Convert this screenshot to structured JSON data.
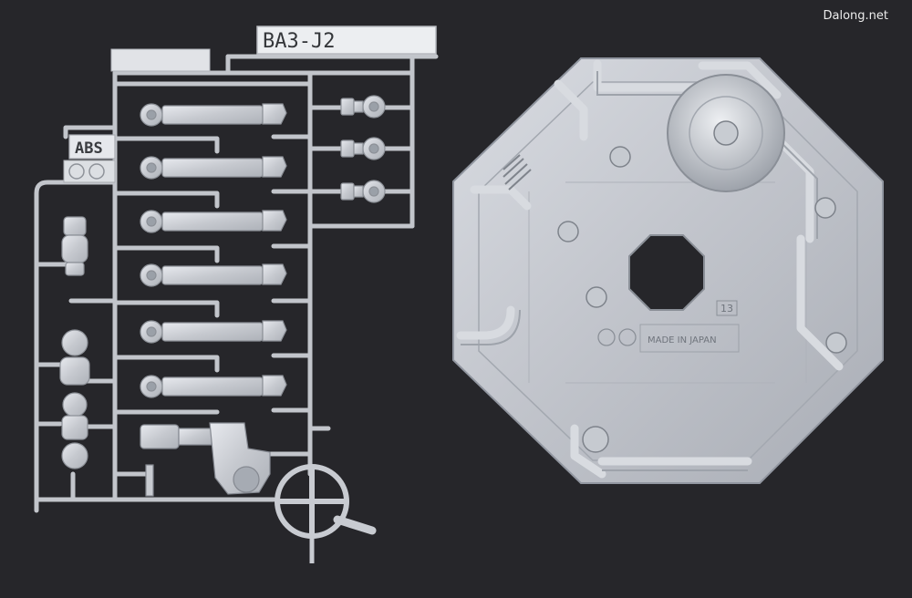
{
  "watermark": "Dalong.net",
  "runner": {
    "code": "BA3-J2",
    "material": "ABS"
  },
  "base": {
    "made_in": "MADE IN JAPAN",
    "part_no": "13"
  },
  "colors": {
    "background": "#26262a",
    "plastic_clear": "#c9ccd2",
    "plastic_light": "#e3e5ea",
    "plastic_dark": "#8f949c"
  }
}
